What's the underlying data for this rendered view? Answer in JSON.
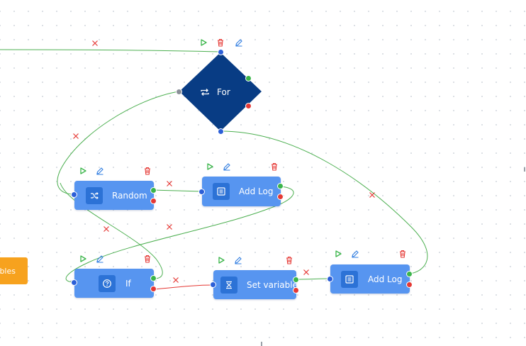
{
  "colors": {
    "node_fill": "#5795f0",
    "node_icon_fill": "#2c72d6",
    "for_fill": "#083c84",
    "edge_green": "#4caf50",
    "edge_red": "#e53935",
    "orange_node": "#f7a21e",
    "run_icon": "#3bb54a",
    "edit_icon": "#2f7de1",
    "delete_icon": "#e53935"
  },
  "nodes": {
    "for": {
      "label": "For",
      "icon": "loop-icon"
    },
    "random": {
      "label": "Random",
      "icon": "shuffle-icon"
    },
    "add_log_1": {
      "label": "Add Log",
      "icon": "list-icon"
    },
    "if": {
      "label": "If",
      "icon": "question-icon"
    },
    "set_variable": {
      "label": "Set variable",
      "icon": "variable-icon"
    },
    "add_log_2": {
      "label": "Add Log",
      "icon": "list-icon"
    },
    "orange": {
      "label_fragment": "bles"
    }
  },
  "toolbar_icons": [
    "run-icon",
    "edit-icon",
    "delete-icon"
  ]
}
